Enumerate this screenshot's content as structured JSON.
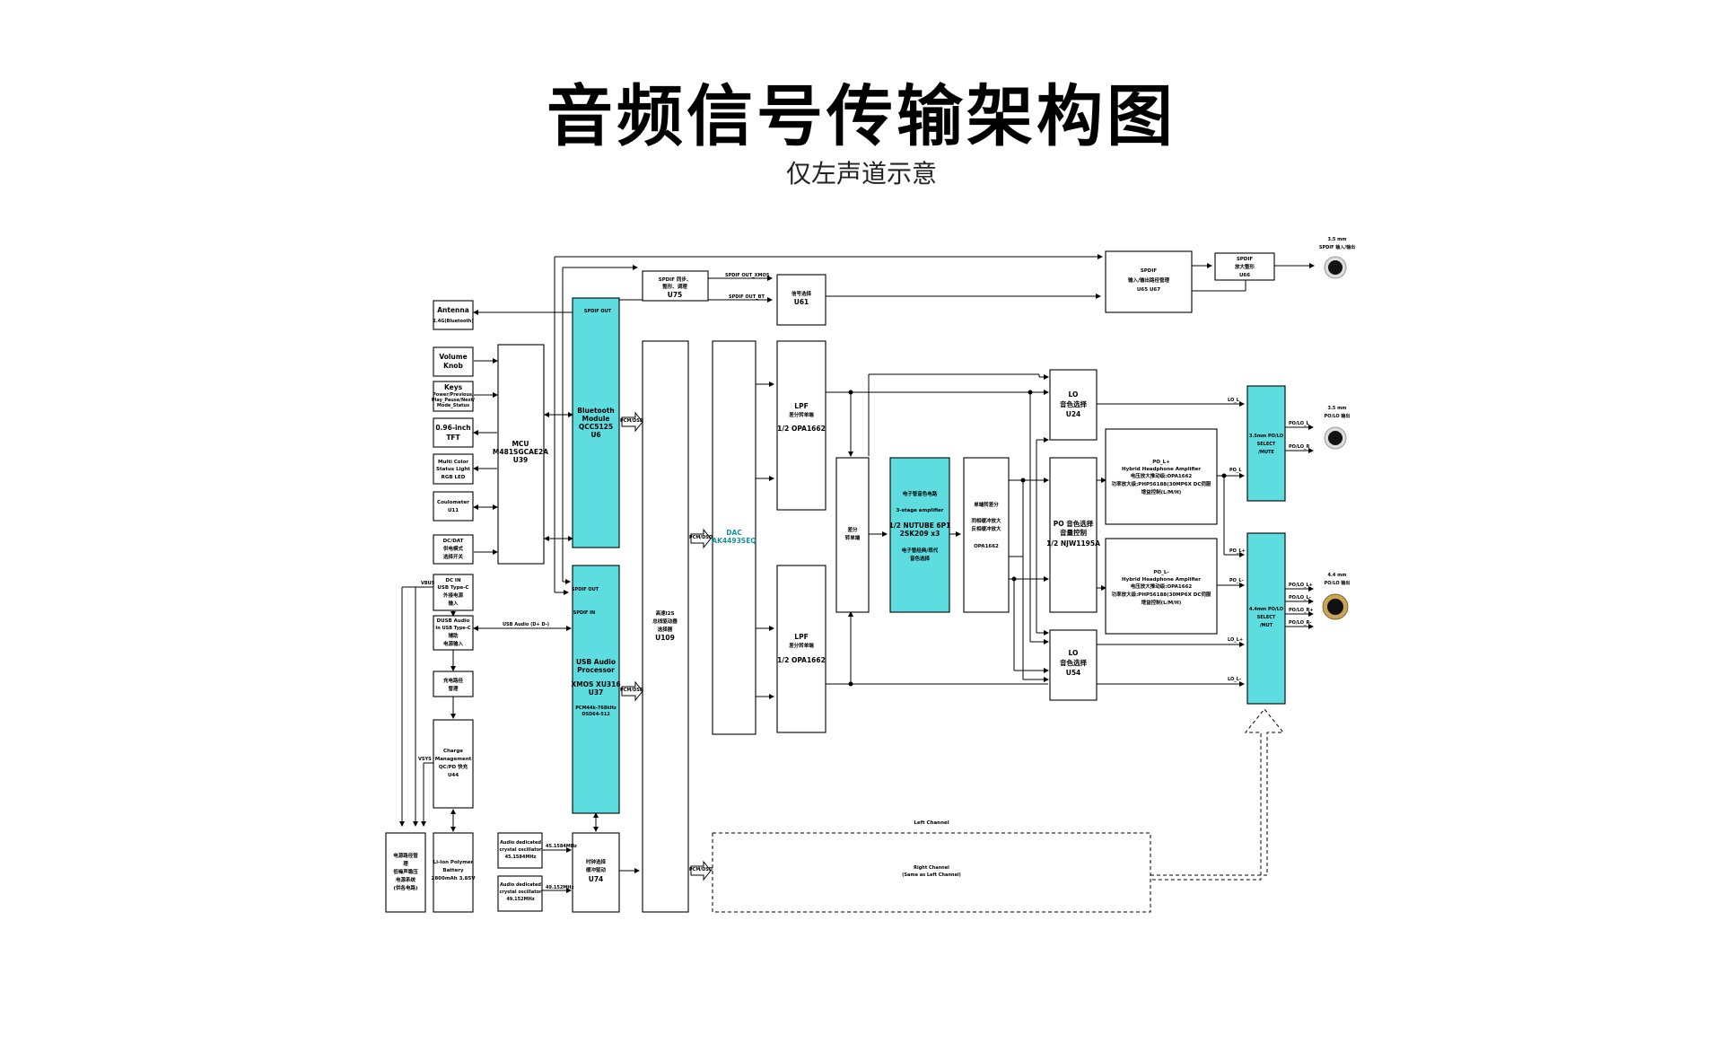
{
  "title": "音频信号传输架构图",
  "subtitle": "仅左声道示意",
  "colors": {
    "accent": "#5ddde0",
    "line": "#000000"
  },
  "blocks": {
    "antenna": {
      "l1": "Antenna",
      "l2": "2.4G(Bluetooth)"
    },
    "volume": {
      "l1": "Volume",
      "l2": "Knob"
    },
    "keys": {
      "l1": "Keys",
      "l2": "Power/Previous/",
      "l3": "Play_Pause/Next/",
      "l4": "Mode_Status"
    },
    "tft": {
      "l1": "0.96-inch",
      "l2": "TFT"
    },
    "statuslight": {
      "l1": "Multi Color",
      "l2": "Status Light",
      "l3": "RGB LED"
    },
    "coulometer": {
      "l1": "Coulometer",
      "l2": "U11"
    },
    "dcdat": {
      "l1": "DC/DAT",
      "l2": "供电模式",
      "l3": "选择开关"
    },
    "mcu": {
      "l1": "MCU",
      "l2": "M481SGCAE2A",
      "l3": "U39"
    },
    "dcin": {
      "l1": "DC IN",
      "l2": "USB Type-C",
      "l3": "外接电源",
      "l4": "输入"
    },
    "dusb": {
      "l1": "DUSB Audio",
      "l2": "In USB Type-C",
      "l3": "辅助",
      "l4": "电源输入"
    },
    "chargepath": {
      "l1": "充电路径",
      "l2": "管理"
    },
    "charge": {
      "l1": "Charge",
      "l2": "Management",
      "l3": "QC/PD 快充",
      "l4": "U44"
    },
    "powersys": {
      "l1": "电源路径管",
      "l2": "理",
      "l3": "低噪声稳压",
      "l4": "电源系统",
      "l5": "(供各电路)"
    },
    "battery": {
      "l1": "Li-Ion Polymer",
      "l2": "Battery",
      "l3": "2800mAh 3.85V"
    },
    "osc1": {
      "l1": "Audio dedicated",
      "l2": "crystal oscillator",
      "l3": "45.1584MHz"
    },
    "osc2": {
      "l1": "Audio dedicated",
      "l2": "crystal oscillator",
      "l3": "49.152MHz"
    },
    "clock": {
      "l1": "时钟选择",
      "l2": "缓冲驱动",
      "l3": "U74"
    },
    "bt": {
      "l1": "Bluetooth",
      "l2": "Module",
      "l3": "QCC5125",
      "l4": "U6",
      "tag": "SPDIF OUT"
    },
    "usbaudio": {
      "l1": "USB Audio",
      "l2": "Processor",
      "l3": "XMOS XU316",
      "l4": "U37",
      "l5": "PCM44k-768kHz",
      "l6": "DSD64-512",
      "tag1": "SPDIF OUT",
      "tag2": "SPDIF IN"
    },
    "i2s": {
      "l1": "高速I2S",
      "l2": "总线驱动器",
      "l3": "选择器",
      "l4": "U109"
    },
    "spdifsync": {
      "l1": "SPDIF 同步、",
      "l2": "整形、调理",
      "l3": "U75"
    },
    "sigsel": {
      "l1": "信号选择",
      "l2": "U61"
    },
    "spdifio": {
      "l1": "SPDIF",
      "l2": "输入/输出路径管理",
      "l3": "U65 U67"
    },
    "spdifamp": {
      "l1": "SPDIF",
      "l2": "放大整形",
      "l3": "U66"
    },
    "dac": {
      "l1": "DAC",
      "l2": "AK4493SEQ"
    },
    "lpf1": {
      "l1": "LPF",
      "l2": "差分转单端",
      "l3": "1/2 OPA1662"
    },
    "lpf2": {
      "l1": "LPF",
      "l2": "差分转单端",
      "l3": "1/2 OPA1662"
    },
    "diff": {
      "l1": "差分",
      "l2": "转单端"
    },
    "tube": {
      "l1": "电子管音色电路",
      "l2": "3-stage amplifier",
      "l3": "1/2 NUTUBE 6P1",
      "l4": "2SK209 x3",
      "l5": "电子管经典/现代",
      "l6": "音色选择"
    },
    "se2diff": {
      "l1": "单端转差分",
      "l2": "同相缓冲放大",
      "l3": "反相缓冲放大",
      "l4": "OPA1662"
    },
    "lo24": {
      "l1": "LO",
      "l2": "音色选择",
      "l3": "U24"
    },
    "po": {
      "l1": "PO 音色选择",
      "l2": "音量控制",
      "l3": "1/2 NJW1195A"
    },
    "lo54": {
      "l1": "LO",
      "l2": "音色选择",
      "l3": "U54"
    },
    "hpa1": {
      "l1": "PO_L+",
      "l2": "Hybrid Headphone Amplifier",
      "l3": "电压放大推动级:OPA1662",
      "l4": "功率放大级:PHP56188(30MP6X DC伺服",
      "l5": "增益控制(L/M/H)"
    },
    "hpa2": {
      "l1": "PO_L-",
      "l2": "Hybrid Headphone Amplifier",
      "l3": "电压放大推动级:OPA1662",
      "l4": "功率放大级:PHP56188(30MP6X DC伺服",
      "l5": "增益控制(L/M/H)"
    },
    "sel35": {
      "l1": "3.5mm PO/LO",
      "l2": "SELECT",
      "l3": "/MUTE"
    },
    "sel44": {
      "l1": "4.4mm PO/LO",
      "l2": "SELECT",
      "l3": "/MUT"
    },
    "rightch": {
      "label": "Left Channel",
      "l1": "Right Channel",
      "l2": "(Same as Left Channel)"
    }
  },
  "jacks": {
    "spdif": {
      "l1": "3.5 mm",
      "l2": "SPDIF 输入/输出"
    },
    "j35": {
      "l1": "3.5 mm",
      "l2": "PO/LO 输出"
    },
    "j44": {
      "l1": "4.4 mm",
      "l2": "PO/LO 输出"
    }
  },
  "signals": {
    "vbus": "VBUS",
    "vsys": "VSYS",
    "usbaudio": "USB Audio (D+ D-)",
    "pcmdsd": "PCM/DSD",
    "spdifoutxmos": "SPDIF OUT_XMOS",
    "spdifoutbt": "SPDIF OUT_BT",
    "f1": "45.1584MHz",
    "f2": "49.152MHz",
    "lo_l_top": "LO_L",
    "po_l": "PO_L",
    "po_l_plus": "PO_L+",
    "po_l_minus": "PO_L-",
    "lo_l_plus": "LO_L+",
    "lo_l_minus": "LO_L-",
    "pol_l": "PO/LO_L",
    "pol_r": "PO/LO_R",
    "pol_lp": "PO/LO_L+",
    "pol_lm": "PO/LO_L-",
    "pol_rp": "PO/LO_R+",
    "pol_rm": "PO/LO_R-"
  }
}
